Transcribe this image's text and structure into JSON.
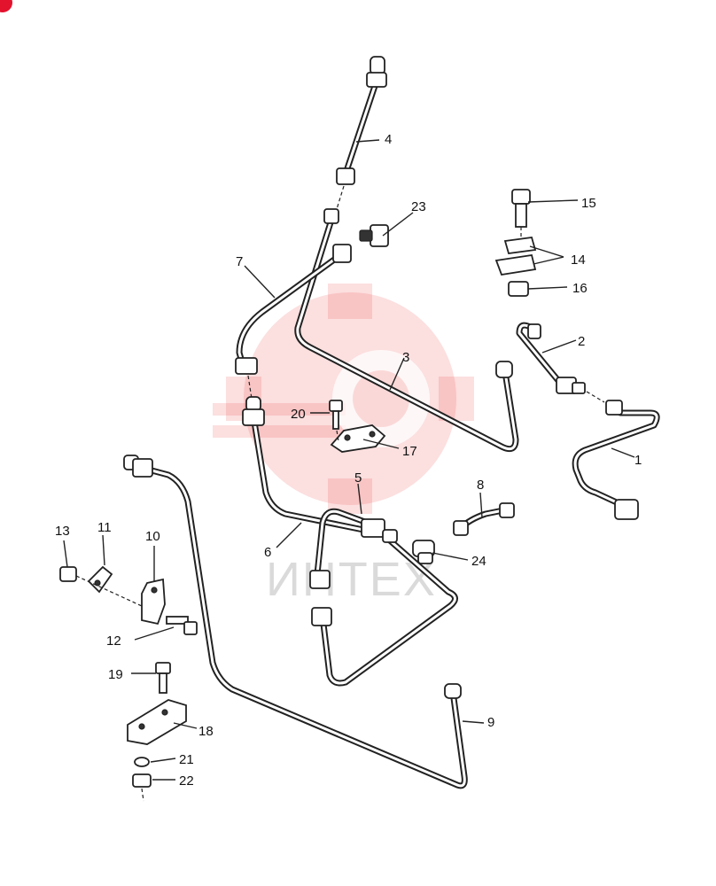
{
  "watermark": {
    "text": "ИНТЕХ",
    "color": "#ef3b3b"
  },
  "callouts": {
    "c1": "1",
    "c2": "2",
    "c3": "3",
    "c4": "4",
    "c5": "5",
    "c6": "6",
    "c7": "7",
    "c8": "8",
    "c9": "9",
    "c10": "10",
    "c11": "11",
    "c12": "12",
    "c13": "13",
    "c14": "14",
    "c15": "15",
    "c16": "16",
    "c17": "17",
    "c18": "18",
    "c19": "19",
    "c20": "20",
    "c21": "21",
    "c22": "22",
    "c23": "23",
    "c24": "24"
  }
}
